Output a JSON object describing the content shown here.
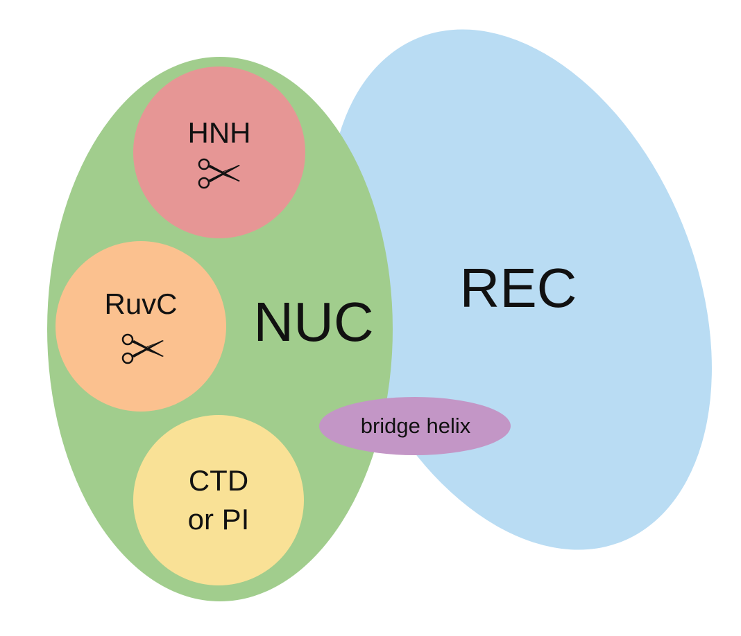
{
  "diagram": {
    "domains": {
      "rec": {
        "label": "REC",
        "color": "#b9dcf3"
      },
      "nuc": {
        "label": "NUC",
        "color": "#a1cd8d"
      },
      "hnh": {
        "label": "HNH",
        "color": "#e69695",
        "icon": "scissors-icon"
      },
      "ruvc": {
        "label": "RuvC",
        "color": "#fbc18f",
        "icon": "scissors-icon"
      },
      "ctd": {
        "label_line1": "CTD",
        "label_line2": "or PI",
        "color": "#f9e196"
      },
      "bridge_helix": {
        "label": "bridge helix",
        "color": "#c396c6"
      }
    }
  }
}
